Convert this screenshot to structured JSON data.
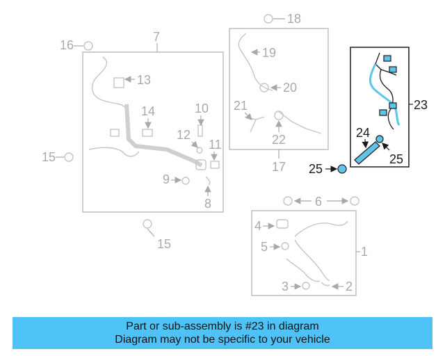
{
  "callouts": {
    "c1": "1",
    "c2": "2",
    "c3": "3",
    "c4": "4",
    "c5": "5",
    "c6": "6",
    "c7": "7",
    "c8": "8",
    "c9": "9",
    "c10": "10",
    "c11": "11",
    "c12": "12",
    "c13": "13",
    "c14": "14",
    "c15a": "15",
    "c15b": "15",
    "c16": "16",
    "c17": "17",
    "c18": "18",
    "c19": "19",
    "c20": "20",
    "c21": "21",
    "c22": "22",
    "c23": "23",
    "c24": "24",
    "c25a": "25",
    "c25b": "25"
  },
  "highlight_color": "#5ec4e8",
  "banner": {
    "line1": "Part or sub-assembly is #23 in diagram",
    "line2": "Diagram may not be specific to your vehicle",
    "color": "#4fc3f7"
  }
}
